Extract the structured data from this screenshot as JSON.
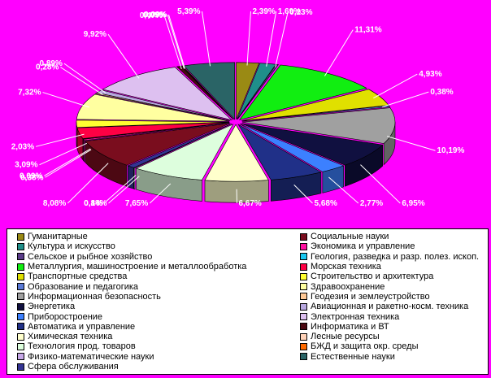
{
  "chart_data": {
    "type": "pie",
    "style": "3d-exploded",
    "title": "",
    "legend_position": "bottom",
    "slices": [
      {
        "name": "Гуманитарные",
        "value": 2.39,
        "label": "2,39%",
        "color": "#9a8a14"
      },
      {
        "name": "Культура и искусство",
        "value": 1.69,
        "label": "1,69%",
        "color": "#1f8f8a"
      },
      {
        "name": "Сельское и рыбное хозяйство",
        "value": 0.23,
        "label": "0,23%",
        "color": "#5a3b8a"
      },
      {
        "name": "Металлургия, машиностроение и металлообработка",
        "value": 11.31,
        "label": "11,31%",
        "color": "#11ee11"
      },
      {
        "name": "Транспортные средства",
        "value": 4.93,
        "label": "4,93%",
        "color": "#e0e000"
      },
      {
        "name": "Образование и педагогика",
        "value": 0.38,
        "label": "0,38%",
        "color": "#5a7ad8"
      },
      {
        "name": "Информационная безопасность",
        "value": 10.19,
        "label": "10,19%",
        "color": "#a0a0a0"
      },
      {
        "name": "Энергетика",
        "value": 6.95,
        "label": "6,95%",
        "color": "#101040"
      },
      {
        "name": "Приборостроение",
        "value": 2.77,
        "label": "2,77%",
        "color": "#3c80ff"
      },
      {
        "name": "Автоматика и управление",
        "value": 5.68,
        "label": "5,68%",
        "color": "#203088"
      },
      {
        "name": "Химическая техника",
        "value": 6.67,
        "label": "6,67%",
        "color": "#ffffcc"
      },
      {
        "name": "Технология прод. товаров",
        "value": 7.65,
        "label": "7,65%",
        "color": "#ddfedd"
      },
      {
        "name": "Физико-математические науки",
        "value": 0.14,
        "label": "0,14%",
        "color": "#c7a8e8"
      },
      {
        "name": "Сфера обслуживания",
        "value": 0.8,
        "label": "0,8%",
        "color": "#343494"
      },
      {
        "name": "Социальные науки",
        "value": 8.08,
        "label": "8,08%",
        "color": "#7a0d1e"
      },
      {
        "name": "Экономика и управление",
        "value": 0.38,
        "label": "0,38%",
        "color": "#ff10a0"
      },
      {
        "name": "Геология, разведка и разр. полез. ископ.",
        "value": 0.09,
        "label": "0,09%",
        "color": "#19c8f0"
      },
      {
        "name": "Морская техника",
        "value": 3.09,
        "label": "3,09%",
        "color": "#ff0044"
      },
      {
        "name": "Строительство и архитектура",
        "value": 2.03,
        "label": "2,03%",
        "color": "#ffff30"
      },
      {
        "name": "Здравоохранение",
        "value": 7.32,
        "label": "7,32%",
        "color": "#ffffa0"
      },
      {
        "name": "Геодезия и землеустройство",
        "value": 0.28,
        "label": "0,28%",
        "color": "#ffc896"
      },
      {
        "name": "Авиационная и ракетно-косм. техника",
        "value": 0.89,
        "label": "0,89%",
        "color": "#b8a8e0"
      },
      {
        "name": "Электронная техника",
        "value": 9.92,
        "label": "9,92%",
        "color": "#ddc0f0"
      },
      {
        "name": "Информатика и ВТ",
        "value": 0.47,
        "label": "0,47%",
        "color": "#4a0810"
      },
      {
        "name": "Лесные ресурсы",
        "value": 0.09,
        "label": "0,09%",
        "color": "#ffd2b8"
      },
      {
        "name": "БЖД и защита окр. среды",
        "value": 0.09,
        "label": "0,09%",
        "color": "#ff6a00"
      },
      {
        "name": "Естественные науки",
        "value": 5.39,
        "label": "5,39%",
        "color": "#2a6466"
      }
    ]
  },
  "legend": {
    "rows": [
      [
        "Гуманитарные",
        "Социальные науки"
      ],
      [
        "Культура и искусство",
        "Экономика и управление"
      ],
      [
        "Сельское и рыбное хозяйство",
        "Геология, разведка и разр. полез. ископ."
      ],
      [
        "Металлургия, машиностроение и металлообработка",
        "Морская техника"
      ],
      [
        "Транспортные средства",
        "Строительство и архитектура"
      ],
      [
        "Образование и педагогика",
        "Здравоохранение"
      ],
      [
        "Информационная безопасность",
        "Геодезия и землеустройство"
      ],
      [
        "Энергетика",
        "Авиационная и ракетно-косм. техника"
      ],
      [
        "Приборостроение",
        "Электронная техника"
      ],
      [
        "Автоматика и управление",
        "Информатика и ВТ"
      ],
      [
        "Химическая техника",
        "Лесные ресурсы"
      ],
      [
        "Технология прод. товаров",
        "БЖД и защита окр. среды"
      ],
      [
        "Физико-математические науки",
        "Естественные науки"
      ],
      [
        "Сфера обслуживания",
        ""
      ]
    ]
  }
}
